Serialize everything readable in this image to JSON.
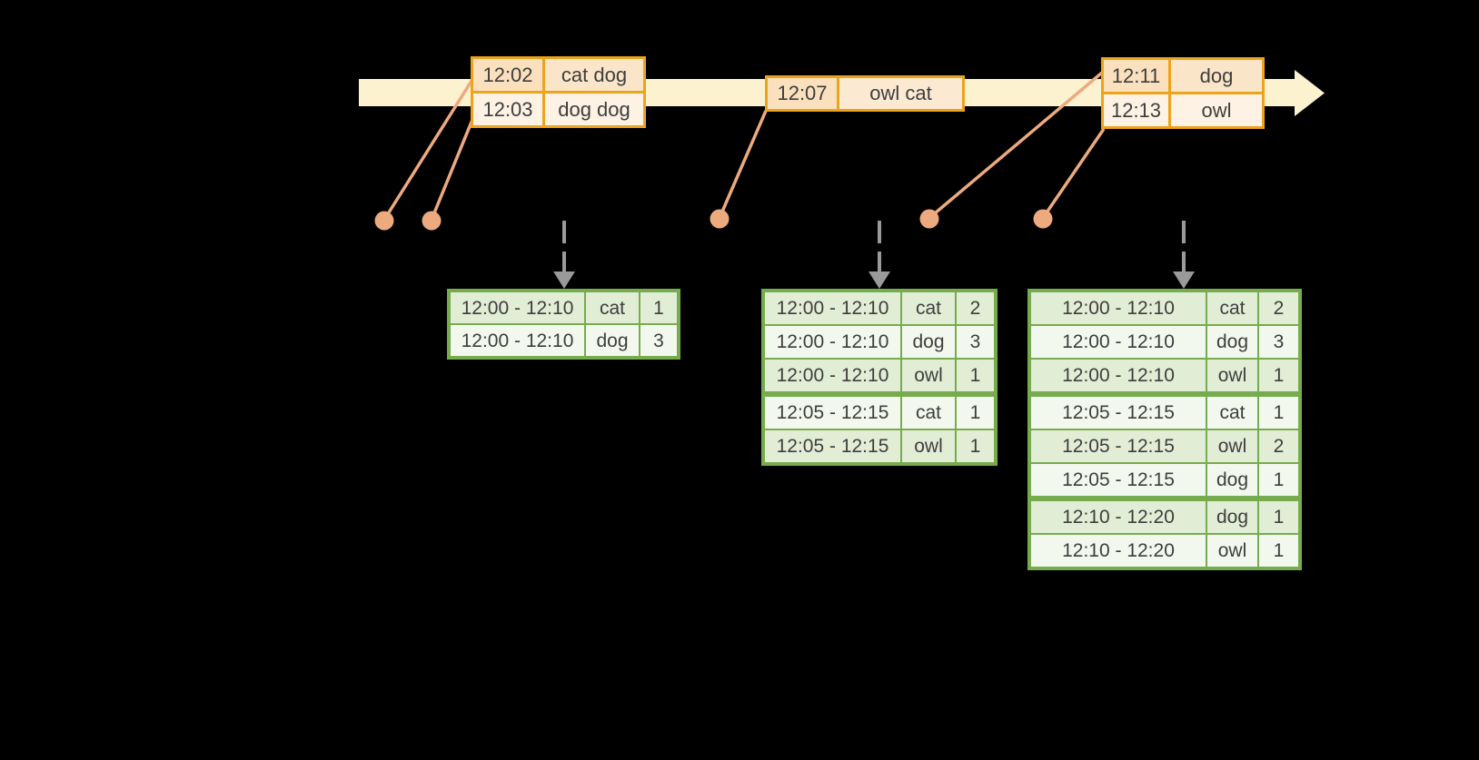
{
  "colors": {
    "background": "#000000",
    "timeline_fill": "#fdf2cf",
    "event_table_border": "#eca41c",
    "event_cell_dark": "#fbe0be",
    "event_cell_light": "#fdf2e3",
    "connector_salmon": "#edaa7e",
    "result_table_border": "#76ac4e",
    "result_cell_dark": "#e2edd6",
    "result_cell_light": "#f3f8ee",
    "trigger_arrow_gray": "#9a9a9a",
    "text": "#3e3e3e"
  },
  "timeline": {
    "event_tables": [
      {
        "rows": [
          {
            "time": "12:02",
            "words": "cat dog"
          },
          {
            "time": "12:03",
            "words": "dog dog"
          }
        ]
      },
      {
        "rows": [
          {
            "time": "12:07",
            "words": "owl cat"
          }
        ]
      },
      {
        "rows": [
          {
            "time": "12:11",
            "words": "dog"
          },
          {
            "time": "12:13",
            "words": "owl"
          }
        ]
      }
    ]
  },
  "result_tables": [
    {
      "rows": [
        {
          "window": "12:00 - 12:10",
          "word": "cat",
          "count": "1"
        },
        {
          "window": "12:00 - 12:10",
          "word": "dog",
          "count": "3"
        }
      ]
    },
    {
      "rows": [
        {
          "window": "12:00 - 12:10",
          "word": "cat",
          "count": "2"
        },
        {
          "window": "12:00 - 12:10",
          "word": "dog",
          "count": "3"
        },
        {
          "window": "12:00 - 12:10",
          "word": "owl",
          "count": "1"
        },
        {
          "window": "12:05 - 12:15",
          "word": "cat",
          "count": "1"
        },
        {
          "window": "12:05 - 12:15",
          "word": "owl",
          "count": "1"
        }
      ]
    },
    {
      "rows": [
        {
          "window": "12:00 - 12:10",
          "word": "cat",
          "count": "2"
        },
        {
          "window": "12:00 - 12:10",
          "word": "dog",
          "count": "3"
        },
        {
          "window": "12:00 - 12:10",
          "word": "owl",
          "count": "1"
        },
        {
          "window": "12:05 - 12:15",
          "word": "cat",
          "count": "1"
        },
        {
          "window": "12:05 - 12:15",
          "word": "owl",
          "count": "2"
        },
        {
          "window": "12:05 - 12:15",
          "word": "dog",
          "count": "1"
        },
        {
          "window": "12:10 - 12:20",
          "word": "dog",
          "count": "1"
        },
        {
          "window": "12:10 - 12:20",
          "word": "owl",
          "count": "1"
        }
      ]
    }
  ]
}
